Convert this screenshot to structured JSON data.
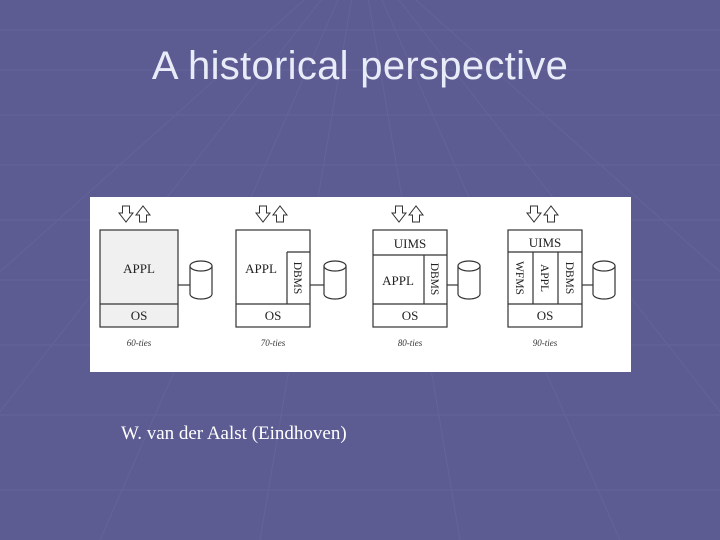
{
  "slide": {
    "title": "A historical perspective",
    "caption": "W. van der Aalst (Eindhoven)"
  },
  "diagram": {
    "stacks": [
      {
        "era": "60-ties",
        "layers": {
          "top": "",
          "app": "APPL",
          "os": "OS"
        }
      },
      {
        "era": "70-ties",
        "layers": {
          "top": "",
          "app": "APPL",
          "dbms": "DBMS",
          "os": "OS"
        }
      },
      {
        "era": "80-ties",
        "layers": {
          "top": "UIMS",
          "app": "APPL",
          "dbms": "DBMS",
          "os": "OS"
        }
      },
      {
        "era": "90-ties",
        "layers": {
          "top": "UIMS",
          "wfms": "WFMS",
          "app": "APPL",
          "dbms": "DBMS",
          "os": "OS"
        }
      }
    ]
  },
  "colors": {
    "background": "#5c5c92",
    "title": "#e8ecf8",
    "figure_background": "#ffffff",
    "line": "#333333"
  }
}
